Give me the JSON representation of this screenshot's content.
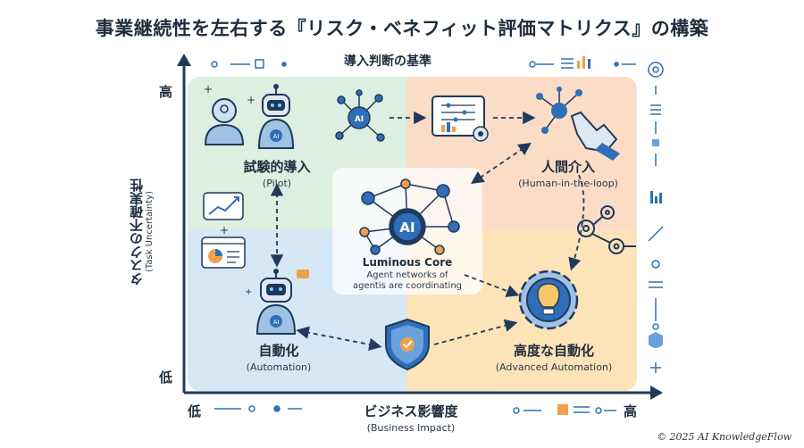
{
  "title": "事業継続性を左右する『リスク・ベネフィット評価マトリクス』の構築",
  "top_caption": "導入判断の基準",
  "y_axis": {
    "label": "タスクの不確実性",
    "label_en": "(Task Uncertainty)",
    "high": "高",
    "low": "低"
  },
  "x_axis": {
    "label": "ビジネス影響度",
    "label_en": "(Business Impact)",
    "low": "低",
    "high": "高"
  },
  "quadrants": {
    "top_left": {
      "title": "試験的導入",
      "subtitle": "(Pilot)"
    },
    "top_right": {
      "title": "人間介入",
      "subtitle": "(Human-in-the-loop)"
    },
    "bottom_left": {
      "title": "自動化",
      "subtitle": "(Automation)"
    },
    "bottom_right": {
      "title": "高度な自動化",
      "subtitle": "(Advanced Automation)"
    }
  },
  "center": {
    "badge": "AI",
    "title": "Luminous Core",
    "subtitle_line1": "Agent networks of",
    "subtitle_line2": "agentis are coordinating"
  },
  "icon_texts": {
    "robot_badge": "AI",
    "network_badge": "AI"
  },
  "copyright": "© 2025 AI KnowledgeFlow",
  "colors": {
    "pilot": "#dcefe0",
    "human": "#fbdcc6",
    "automation": "#d6e7f6",
    "advanced": "#fde3b8",
    "navy": "#1f3a5c",
    "accent_blue": "#2f6fb7",
    "accent_orange": "#f0a04b"
  }
}
